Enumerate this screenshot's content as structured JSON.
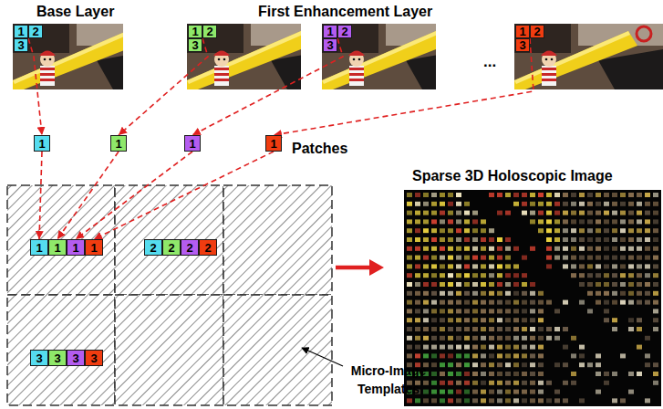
{
  "diagram": {
    "nodes": [
      {
        "text": [
          "1"
        ]
      },
      {
        "text": [
          "2"
        ]
      },
      {
        "text": [
          "3"
        ]
      },
      {
        "text": [
          "1"
        ]
      },
      {
        "text": [
          "2"
        ]
      },
      {
        "text": [
          "3"
        ]
      },
      {
        "text": [
          "1"
        ]
      },
      {
        "text": [
          "2"
        ]
      },
      {
        "text": [
          "3"
        ]
      },
      {
        "text": [
          "1"
        ]
      },
      {
        "text": [
          "2"
        ]
      },
      {
        "text": [
          "3"
        ]
      },
      {
        "text": [
          "1"
        ]
      },
      {
        "text": [
          "1"
        ]
      },
      {
        "text": [
          "1"
        ]
      },
      {
        "text": [
          "1"
        ]
      },
      {
        "text": [
          "1"
        ]
      },
      {
        "text": [
          "1"
        ]
      },
      {
        "text": [
          "1"
        ]
      },
      {
        "text": [
          "1"
        ]
      },
      {
        "text": [
          "2"
        ]
      },
      {
        "text": [
          "2"
        ]
      },
      {
        "text": [
          "2"
        ]
      },
      {
        "text": [
          "2"
        ]
      },
      {
        "text": [
          "3"
        ]
      },
      {
        "text": [
          "3"
        ]
      },
      {
        "text": [
          "3"
        ]
      },
      {
        "text": [
          "3"
        ]
      }
    ],
    "edges": [
      {
        "from": 0,
        "to": 12,
        "arrow": "to"
      },
      {
        "from": 3,
        "to": 13,
        "arrow": "to"
      },
      {
        "from": 6,
        "to": 14,
        "arrow": "to"
      },
      {
        "from": 9,
        "to": 15,
        "arrow": "to"
      },
      {
        "from": 12,
        "to": 16,
        "arrow": "to"
      },
      {
        "from": 13,
        "to": 17,
        "arrow": "to"
      },
      {
        "from": 14,
        "to": 18,
        "arrow": "to"
      },
      {
        "from": 15,
        "to": 19,
        "arrow": "to"
      }
    ],
    "labels": [
      "Base Layer",
      "First Enhancement Layer",
      "...",
      "Patches",
      "Sparse 3D Holoscopic Image",
      "Micro-Image Templates"
    ]
  }
}
